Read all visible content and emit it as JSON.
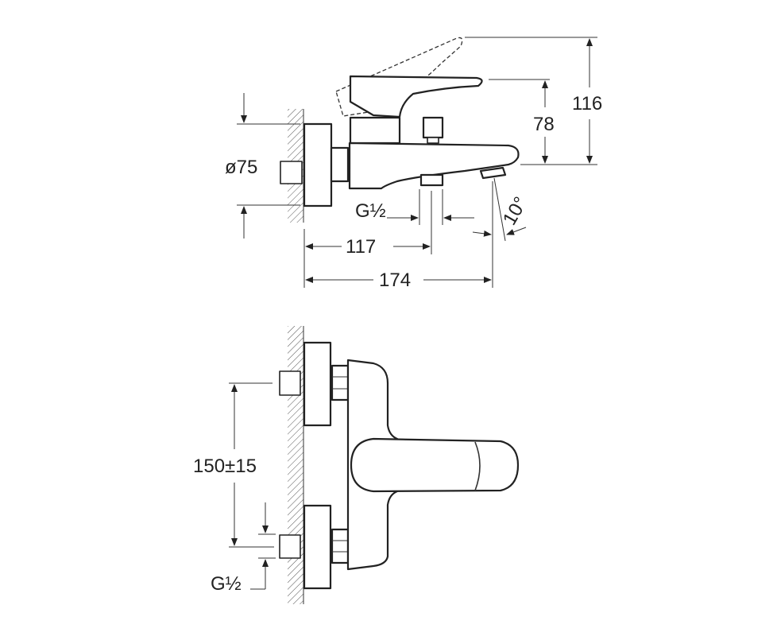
{
  "side_view": {
    "dims": {
      "diameter": "ø75",
      "height_total": "116",
      "height_spout": "78",
      "thread": "G½",
      "depth_outlet": "117",
      "depth_spout": "174",
      "angle": "10°"
    }
  },
  "front_view": {
    "dims": {
      "inlet_spacing": "150±15",
      "thread": "G½"
    }
  },
  "colors": {
    "line": "#222222",
    "background": "#ffffff"
  }
}
